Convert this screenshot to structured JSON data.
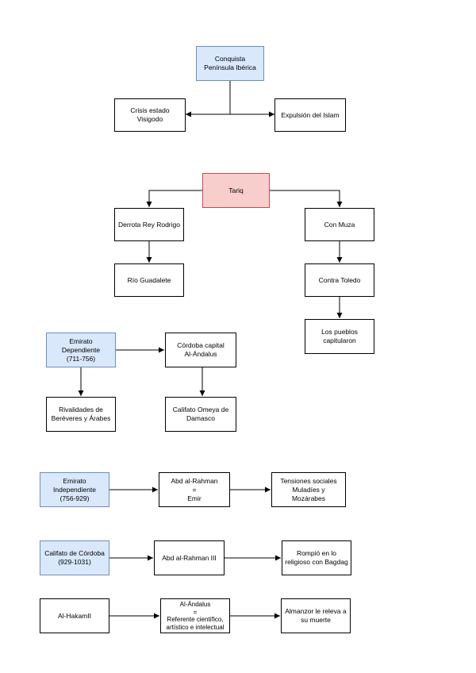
{
  "colors": {
    "blue_fill": "#dae8fc",
    "blue_stroke": "#6c8ebf",
    "red_fill": "#f8cecc",
    "red_stroke": "#b85450",
    "line": "#000000"
  },
  "nodes": {
    "conquista": "Conquista\nPenínsula Ibérica",
    "crisis": "Crisis estado\nVisigodo",
    "expulsion": "Expulsión del Islam",
    "tariq": "Tariq",
    "derrota": "Derrota Rey Rodrigo",
    "con_muza": "Con Muza",
    "rio_guadalete": "Río Guadalete",
    "contra_toledo": "Contra Toledo",
    "pueblos": "Los pueblos\ncapitularon",
    "emirato_dep": "Emirato\nDependiente\n(711-756)",
    "cordoba_capital": "Córdoba capital\nAl-Ándalus",
    "rivalidades": "Rivalidades de\nBeréveres y Árabes",
    "califato_omeya": "Califato Omeya de\nDamasco",
    "emirato_indep": "Emirato\nIndependiente\n(756-929)",
    "abd_rahman": "Abd al-Rahman\n=\nEmir",
    "tensiones": "Tensiones sociales\nMuladíes y\nMozárabes",
    "califato_cordoba": "Califato de Córdoba\n(929-1031)",
    "abd_rahman_iii": "Abd al-Rahman III",
    "rompio": "Rompió en lo\nreligioso con Bagdag",
    "al_hakam": "Al-HakamII",
    "al_andalus_ref": "Al-Ándalus\n=\nReferente científico,\nartístico e intelectual",
    "almanzor": "Almanzor le releva a\nsu muerte"
  }
}
